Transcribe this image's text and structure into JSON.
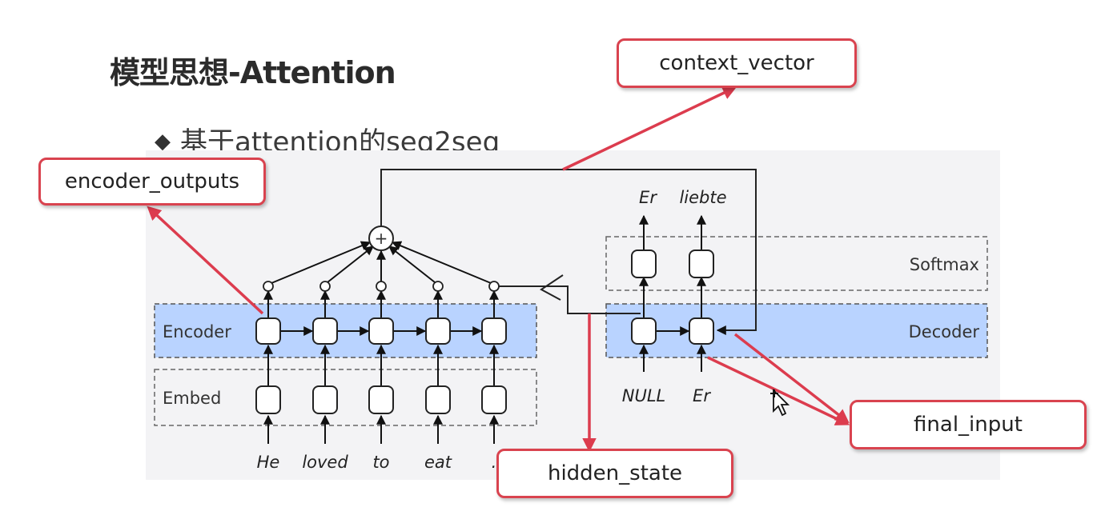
{
  "slide": {
    "title": "模型思想-Attention",
    "bullet": "基于attention的seq2seq"
  },
  "diagram": {
    "inputs": [
      "He",
      "loved",
      "to",
      "eat",
      "."
    ],
    "decoder_inputs": [
      "NULL",
      "Er"
    ],
    "outputs": [
      "Er",
      "liebte"
    ],
    "layers": {
      "encoder": "Encoder",
      "embed": "Embed",
      "decoder": "Decoder",
      "softmax": "Softmax"
    },
    "sum_symbol": "+"
  },
  "callouts": {
    "context_vector": "context_vector",
    "encoder_outputs": "encoder_outputs",
    "hidden_state": "hidden_state",
    "final_input": "final_input"
  },
  "colors": {
    "callout_border": "#d9434f",
    "arrow": "#dc3c4e",
    "layer_fill": "#b9d3ff",
    "panel_bg": "#f3f3f5"
  }
}
